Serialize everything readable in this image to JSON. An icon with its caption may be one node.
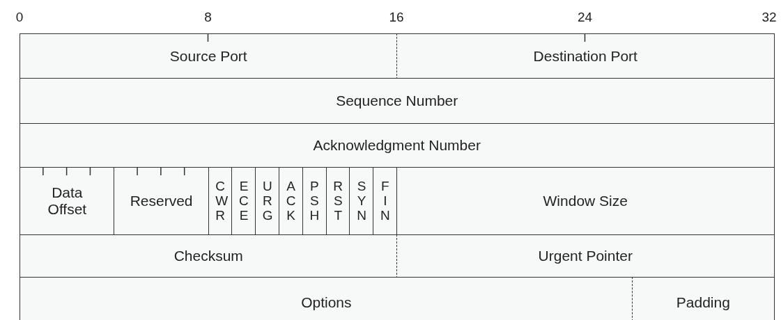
{
  "diagram": {
    "nodes": [
      {
        "text": [
          "Source Port"
        ]
      },
      {
        "text": [
          "Destination Port"
        ]
      },
      {
        "text": [
          "Sequence Number"
        ]
      },
      {
        "text": [
          "Acknowledgment Number"
        ]
      },
      {
        "text": [
          "Data Offset"
        ]
      },
      {
        "text": [
          "Reserved"
        ]
      },
      {
        "text": [
          "C W R"
        ]
      },
      {
        "text": [
          "E C E"
        ]
      },
      {
        "text": [
          "U R G"
        ]
      },
      {
        "text": [
          "A C K"
        ]
      },
      {
        "text": [
          "P S H"
        ]
      },
      {
        "text": [
          "R S T"
        ]
      },
      {
        "text": [
          "S Y N"
        ]
      },
      {
        "text": [
          "F I N"
        ]
      },
      {
        "text": [
          "Window Size"
        ]
      },
      {
        "text": [
          "Checksum"
        ]
      },
      {
        "text": [
          "Urgent Pointer"
        ]
      },
      {
        "text": [
          "Options"
        ]
      },
      {
        "text": [
          "Padding"
        ]
      }
    ],
    "labels": [
      "0",
      "8",
      "16",
      "24",
      "32"
    ]
  }
}
